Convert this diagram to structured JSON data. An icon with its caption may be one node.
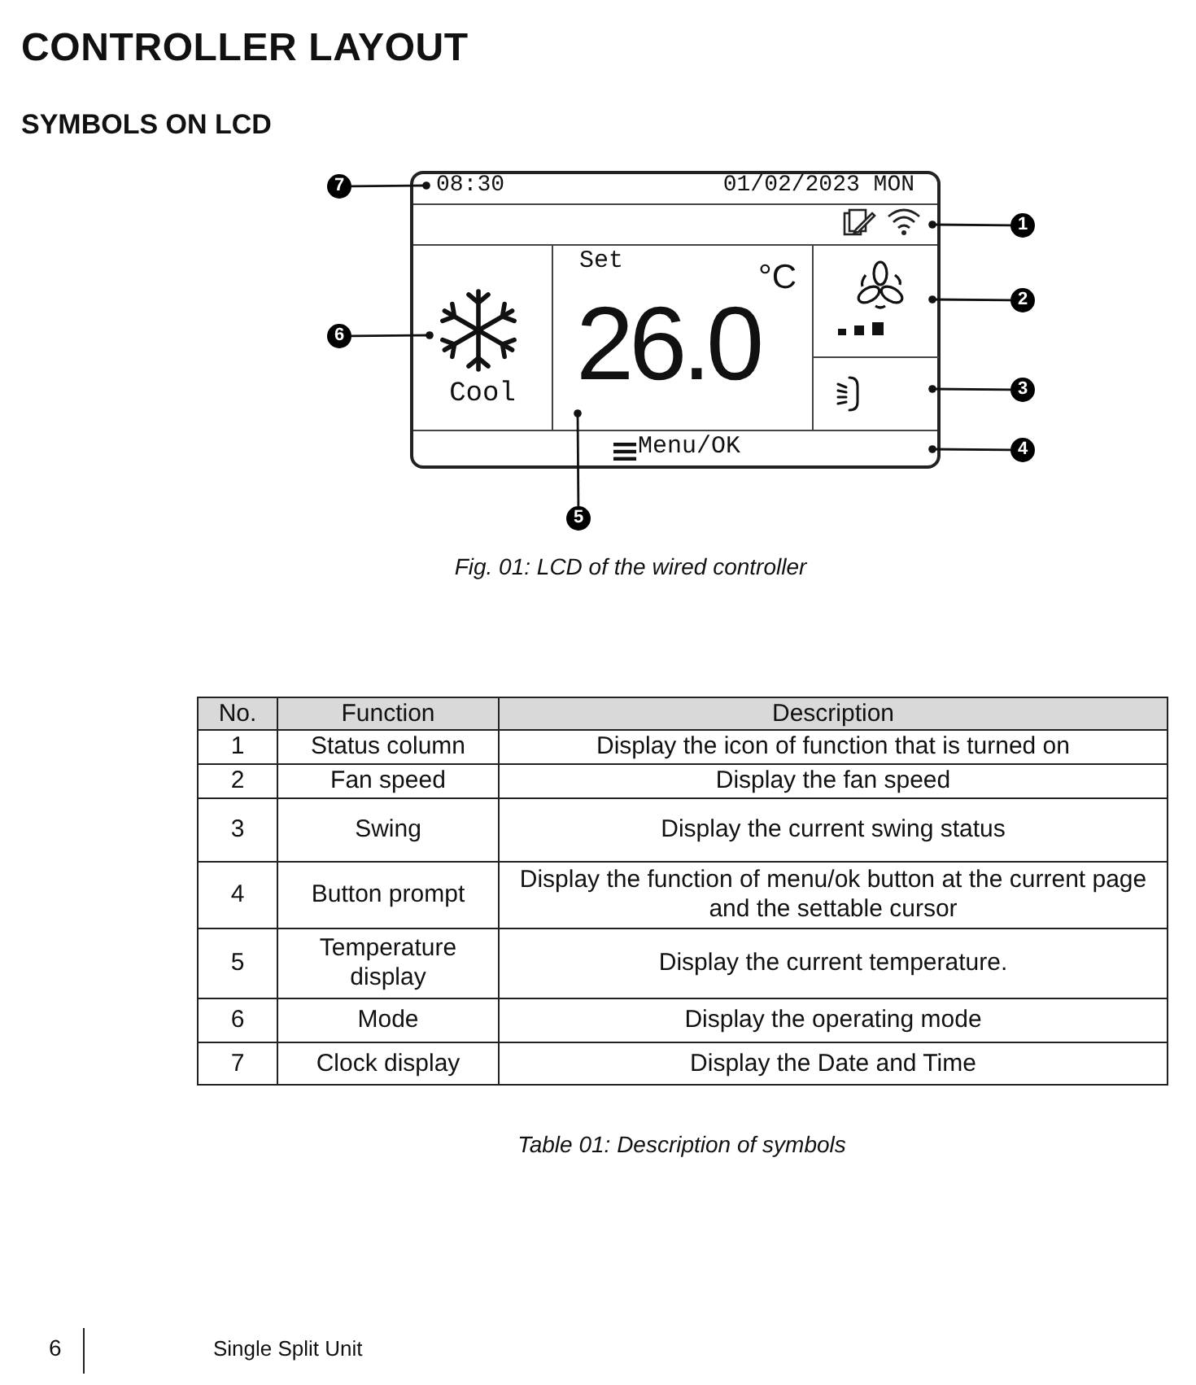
{
  "diagram": {
    "title": "CONTROLLER LAYOUT",
    "caption": "Fig. 01: LCD of the wired controller",
    "nodes": [
      {
        "text": [],
        "shape": "box"
      },
      {
        "text": [
          "08:30",
          "01/02/2023 MON"
        ],
        "in": 0
      },
      {
        "text": [],
        "shape": "box",
        "in": 0
      },
      {
        "text": [
          "Cool"
        ],
        "in": 0
      },
      {
        "text": [
          "Set",
          "°C",
          "26.0"
        ],
        "in": 0
      },
      {
        "text": [],
        "shape": "box",
        "in": 0
      },
      {
        "text": [],
        "shape": "box",
        "in": 0
      },
      {
        "text": [
          "Menu/OK"
        ],
        "in": 0
      },
      {
        "text": [
          "7"
        ]
      },
      {
        "text": [
          "1"
        ]
      },
      {
        "text": [
          "2"
        ]
      },
      {
        "text": [
          "6"
        ]
      },
      {
        "text": [
          "3"
        ]
      },
      {
        "text": [
          "4"
        ]
      },
      {
        "text": [
          "5"
        ]
      }
    ],
    "edges": [
      {
        "from": 8,
        "to": 1,
        "arrow": "other"
      },
      {
        "from": 9,
        "to": 2,
        "arrow": "other"
      },
      {
        "from": 10,
        "to": 5,
        "arrow": "other"
      },
      {
        "from": 11,
        "to": 3,
        "arrow": "other"
      },
      {
        "from": 12,
        "to": 6,
        "arrow": "other"
      },
      {
        "from": 13,
        "to": 7,
        "arrow": "other"
      },
      {
        "from": 14,
        "to": 4,
        "arrow": "other"
      }
    ],
    "labels": [
      "SYMBOLS ON LCD",
      "No.",
      "Function",
      "Description",
      "1",
      "Status column",
      "Display the icon of function that is turned on",
      "2",
      "Fan speed",
      "Display the fan speed",
      "3",
      "Swing",
      "Display the current swing status",
      "4",
      "Button prompt",
      "Display the function of menu/ok button at the current page and the settable cursor",
      "5",
      "Temperature display",
      "Display the current temperature.",
      "6",
      "Mode",
      "Display the operating mode",
      "7",
      "Clock display",
      "Display the Date and Time",
      "Table 01: Description of symbols",
      "6",
      "Single Split Unit"
    ]
  }
}
